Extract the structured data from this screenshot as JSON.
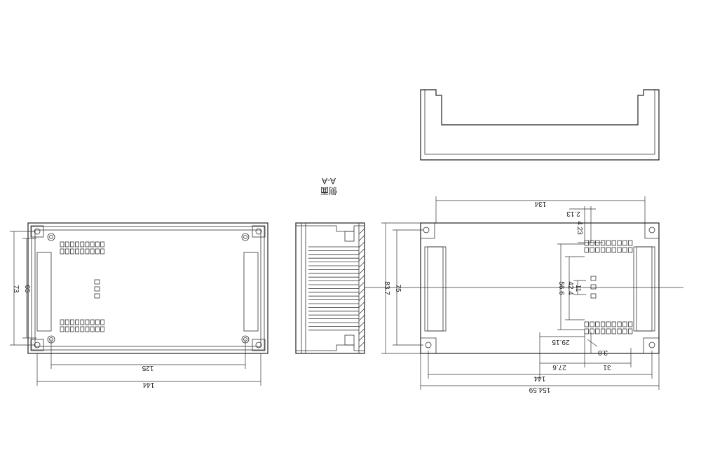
{
  "section": {
    "label": "A-A",
    "sublabel": "侧面"
  },
  "front": {
    "width": "144",
    "inner_width": "125",
    "height": "73",
    "inner_height": "65"
  },
  "right": {
    "width_top": "134",
    "overall_height": "83.7",
    "height": "75",
    "d_2_13": "2.13",
    "d_4_23": "4.23",
    "d_11": "11",
    "d_42_4": "42.4",
    "d_56_6": "56.6",
    "d_29_15": "29.15",
    "d_3_8": "3.8",
    "d_27_6": "27.6",
    "d_31": "31",
    "width_bottom": "144",
    "overall_width": "154.59"
  }
}
